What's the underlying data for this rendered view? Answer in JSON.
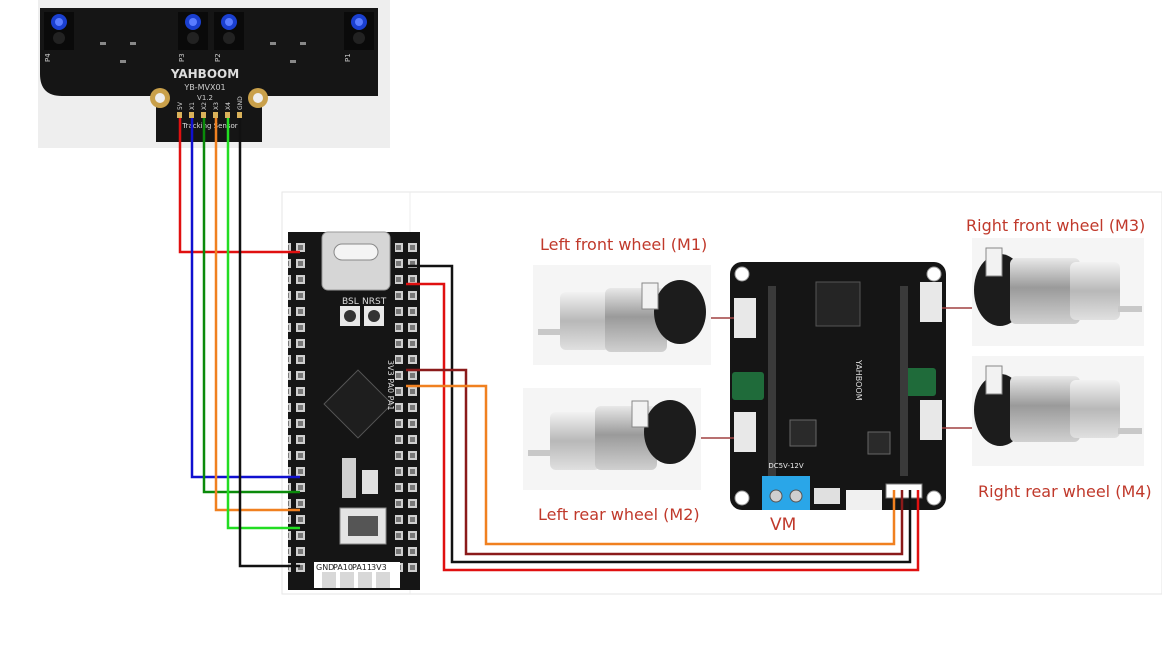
{
  "sensor": {
    "brand": "YAHBOOM",
    "model": "YB-MVX01",
    "version": "V1.2",
    "caption": "Tracking Sensor",
    "pin_labels": [
      "5V",
      "X1",
      "X2",
      "X3",
      "X4",
      "GND"
    ],
    "probe_labels": [
      "P4",
      "P3",
      "P2",
      "P1"
    ]
  },
  "mcu": {
    "top_buttons": [
      "BSL",
      "NRST"
    ],
    "bottom_pins": [
      "GND",
      "PA10",
      "PA11",
      "3V3"
    ],
    "side_text": "3V3 PA0 PA1"
  },
  "driver": {
    "power_label": "DC5V-12V",
    "brand": "YAHBOOM"
  },
  "labels": {
    "m1": "Left front wheel (M1)",
    "m2": "Left rear wheel (M2)",
    "m3": "Right front wheel (M3)",
    "m4": "Right rear wheel (M4)",
    "vm": "VM"
  },
  "colors": {
    "red": "#e01010",
    "blue": "#1010d0",
    "green": "#0a8a0a",
    "orange": "#f08020",
    "lime": "#22dd22",
    "black": "#111111",
    "darkred": "#8b1a1a",
    "motor_line": "#a04040"
  }
}
